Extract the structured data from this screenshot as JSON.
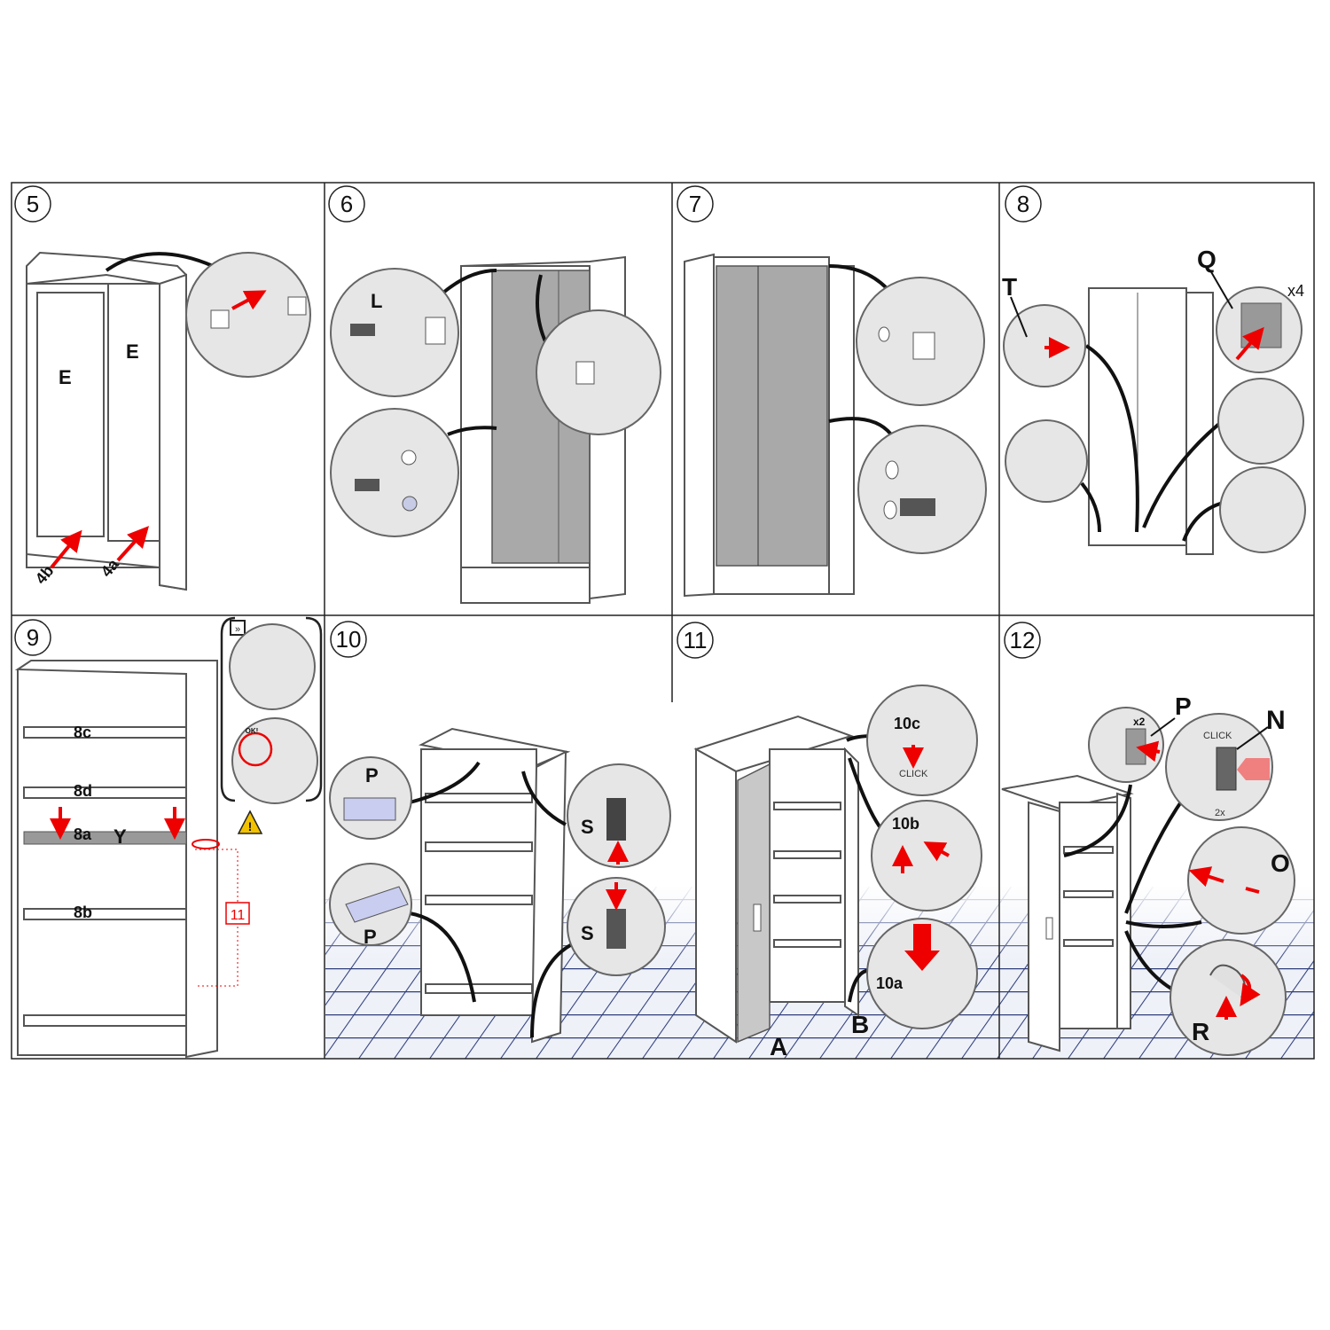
{
  "steps": [
    {
      "number": "5",
      "labels": {
        "e1": "E",
        "e2": "E",
        "a": "4a",
        "b": "4b"
      }
    },
    {
      "number": "6",
      "labels": {
        "l": "L"
      }
    },
    {
      "number": "7",
      "labels": {}
    },
    {
      "number": "8",
      "labels": {
        "t": "T",
        "q": "Q",
        "qty": "x4"
      }
    },
    {
      "number": "9",
      "labels": {
        "s8c": "8c",
        "s8d": "8d",
        "s8a": "8a",
        "y": "Y",
        "s8b": "8b",
        "ref": "11",
        "ok": "OK!"
      }
    },
    {
      "number": "10",
      "labels": {
        "p1": "P",
        "p2": "P",
        "s1": "S",
        "s2": "S"
      }
    },
    {
      "number": "11",
      "labels": {
        "c10": "10c",
        "click": "CLICK",
        "b10": "10b",
        "a10": "10a",
        "a": "A",
        "b": "B"
      }
    },
    {
      "number": "12",
      "labels": {
        "x2": "x2",
        "p": "P",
        "n": "N",
        "click": "CLICK",
        "qty": "2x",
        "o": "O",
        "r": "R"
      }
    }
  ],
  "colors": {
    "arrow": "#e00000",
    "panel": "#a9a9a9",
    "inset": "#e6e6e6",
    "warning": "#f2c200"
  }
}
